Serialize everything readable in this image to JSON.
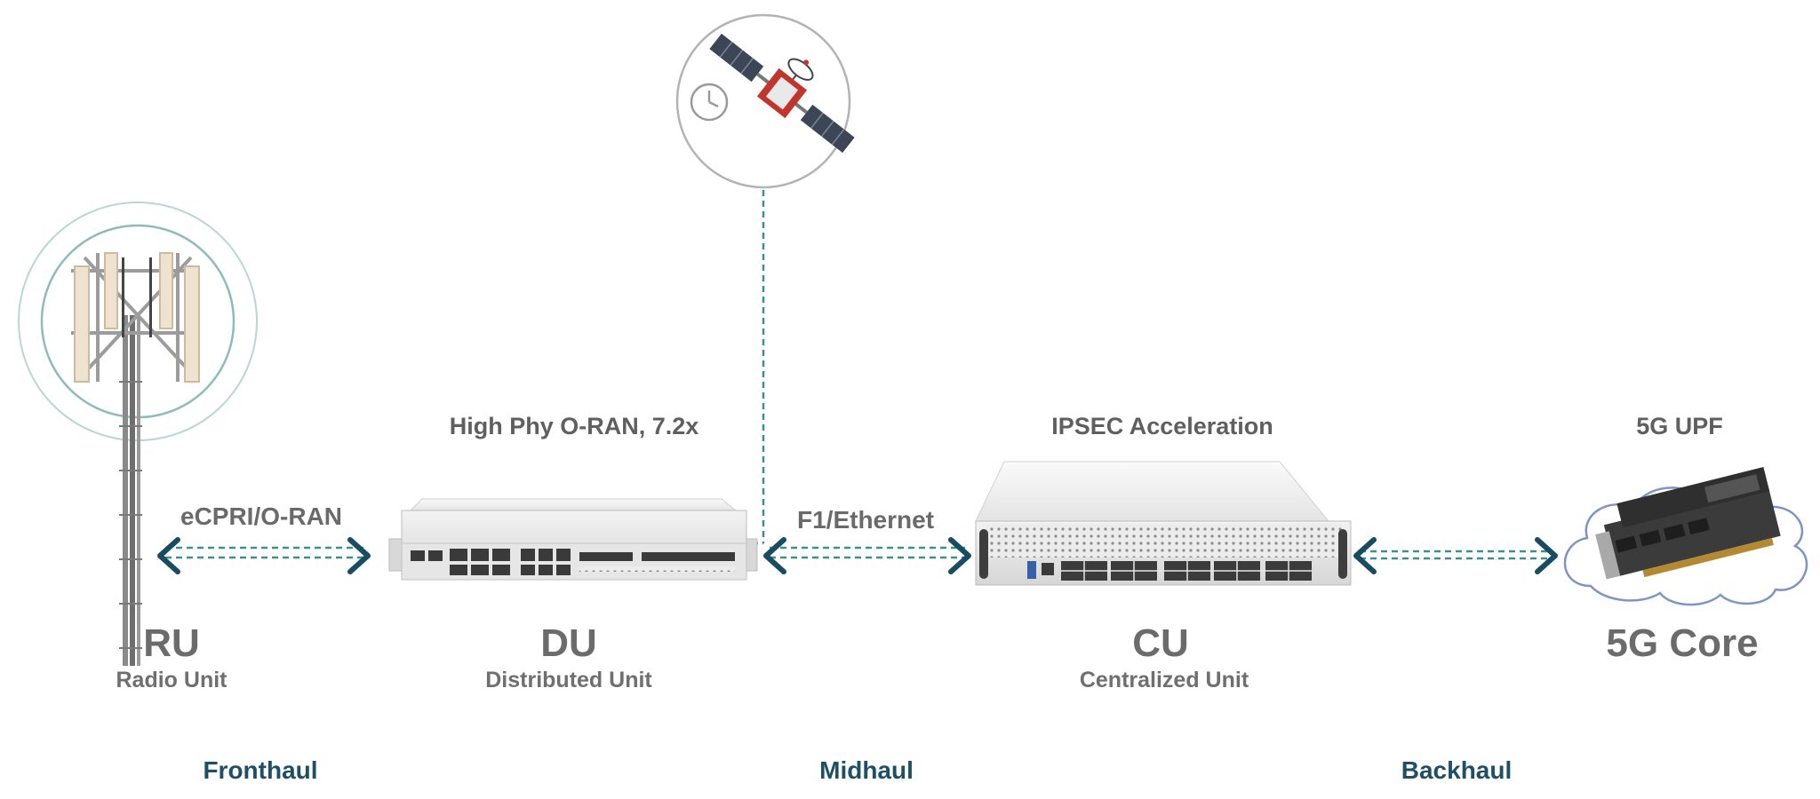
{
  "components": {
    "ru": {
      "abbr": "RU",
      "name": "Radio Unit"
    },
    "du": {
      "abbr": "DU",
      "name": "Distributed Unit",
      "feature": "High Phy O-RAN, 7.2x"
    },
    "cu": {
      "abbr": "CU",
      "name": "Centralized Unit",
      "feature": "IPSEC Acceleration"
    },
    "core": {
      "abbr": "5G Core",
      "feature": "5G UPF"
    }
  },
  "links": {
    "fronthaul": {
      "protocol": "eCPRI/O-RAN",
      "segment": "Fronthaul"
    },
    "midhaul": {
      "protocol": "F1/Ethernet",
      "segment": "Midhaul"
    },
    "backhaul": {
      "segment": "Backhaul"
    }
  },
  "icons": {
    "timing": [
      "clock-icon",
      "satellite-icon"
    ],
    "tower": "cell-tower-icon",
    "du_device": "rack-server-1u-icon",
    "cu_device": "rack-server-2u-icon",
    "core_device": "nic-card-cloud-icon"
  },
  "colors": {
    "link": "#3f8f8c",
    "chevron": "#174c63",
    "haul_label": "#1f4f66",
    "text_gray": "#6b6b6b"
  }
}
